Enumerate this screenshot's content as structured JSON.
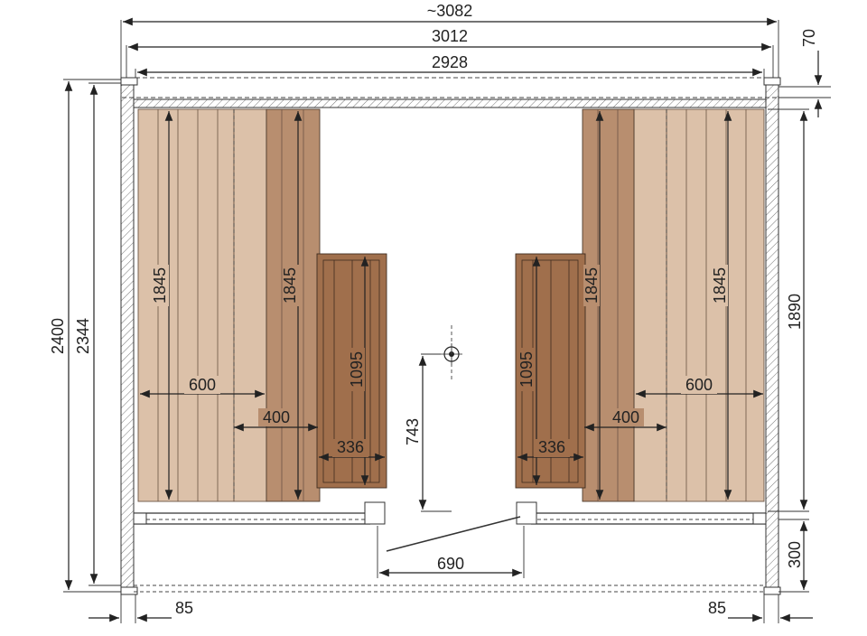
{
  "drawing": {
    "overall_width_approx": "~3082",
    "outer_width": "3012",
    "inner_width": "2928",
    "roof_thickness": "70",
    "overall_height": "2400",
    "wall_height": "2344",
    "bench_upper_left_height": "1845",
    "bench_upper_left_inner_height": "1845",
    "bench_upper_right_height": "1845",
    "bench_upper_right_inner_height": "1845",
    "right_side_height": "1890",
    "backrest_left_height": "1095",
    "backrest_right_height": "1095",
    "heater_height": "743",
    "bench_depth_left": "600",
    "bench_depth_right": "600",
    "step_depth_left": "400",
    "step_depth_right": "400",
    "backrest_width_left": "336",
    "backrest_width_right": "336",
    "door_width": "690",
    "floor_height": "300",
    "wall_thickness_left": "85",
    "wall_thickness_right": "85"
  },
  "colors": {
    "plank_light": "#dcc1a9",
    "plank_mid": "#b88e6f",
    "plank_dark": "#a06f4c",
    "line": "#222222"
  }
}
